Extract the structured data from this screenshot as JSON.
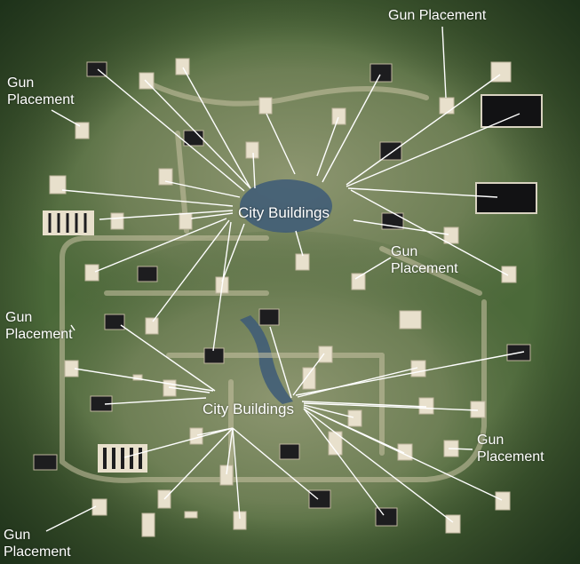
{
  "labels": {
    "city_buildings_north": "City Buildings",
    "city_buildings_south": "City Buildings",
    "gun_top_right": "Gun Placement",
    "gun_top_left_1": "Gun",
    "gun_top_left_2": "Placement",
    "gun_mid_right_1": "Gun",
    "gun_mid_right_2": "Placement",
    "gun_mid_left_1": "Gun",
    "gun_mid_left_2": "Placement",
    "gun_bottom_right_1": "Gun",
    "gun_bottom_right_2": "Placement",
    "gun_bottom_left_1": "Gun",
    "gun_bottom_left_2": "Placement"
  },
  "colors": {
    "terrain": "#4f6b3c",
    "terrain_dark": "#27421f",
    "clearing": "#8a8f6a",
    "water": "#3d5a78",
    "road": "#c9c3a4",
    "building_light": "#e8e0cc",
    "building_dark": "#1d1d1f",
    "leader_line": "#ffffff"
  }
}
